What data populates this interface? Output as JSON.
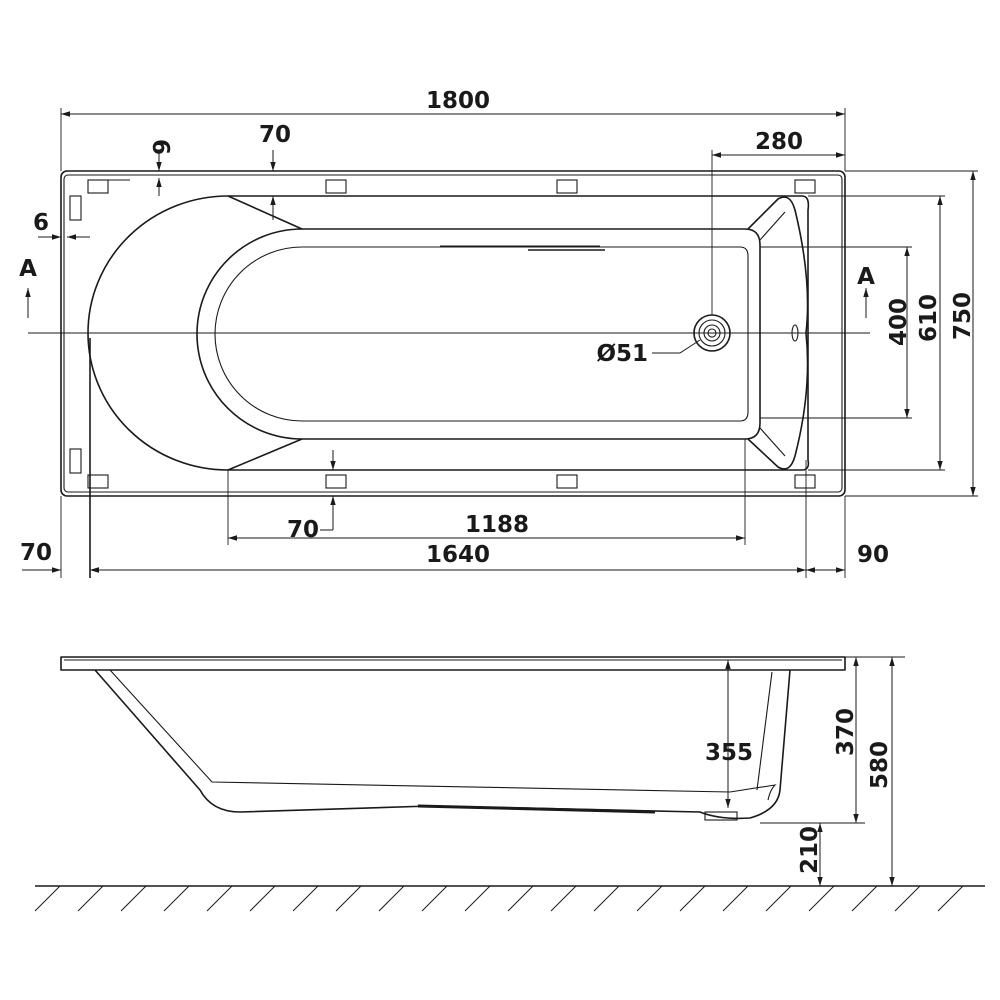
{
  "top_view": {
    "overall_length": "1800",
    "rim_offset_top": "6",
    "rim_offset_left": "6",
    "rim_width_top": "70",
    "waste_offset": "280",
    "waste_diameter": "Ø51",
    "section_marker_left": "A",
    "section_marker_right": "A",
    "inner_width_bottom": "400",
    "inner_width": "610",
    "overall_width": "750",
    "rim_width_bottom": "70",
    "base_length": "1188",
    "left_offset": "70",
    "inner_length": "1640",
    "right_offset": "90"
  },
  "side_view": {
    "inner_depth": "355",
    "tub_depth": "370",
    "total_height": "580",
    "floor_clearance": "210"
  }
}
